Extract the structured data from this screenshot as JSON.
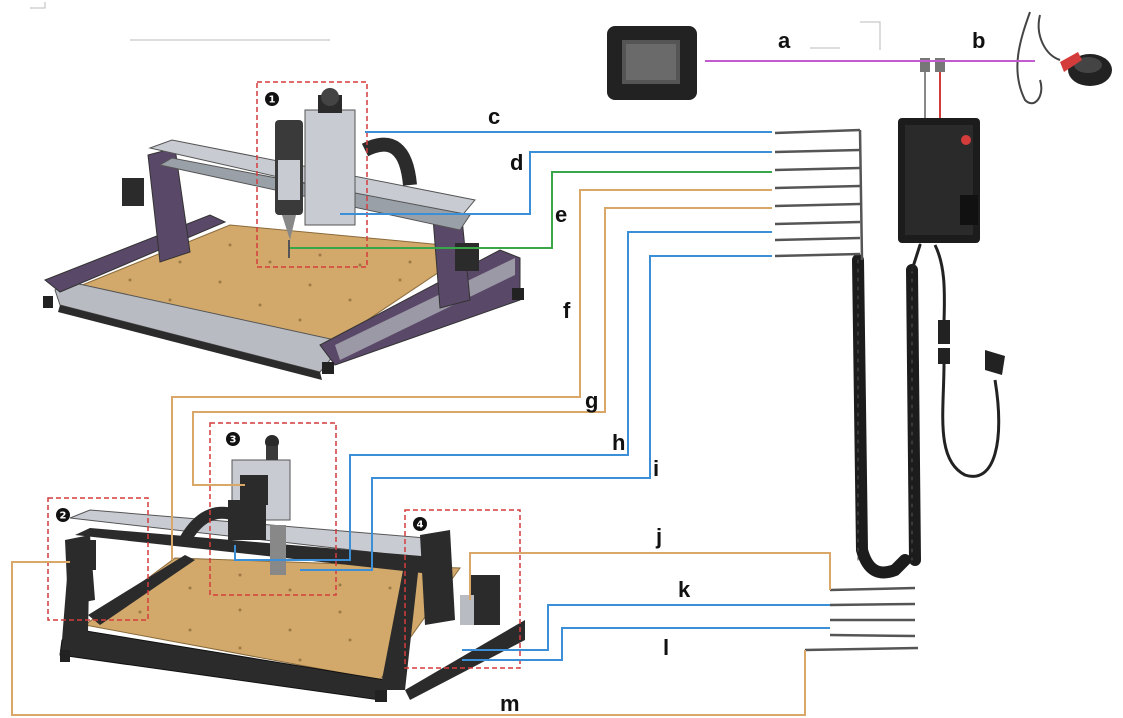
{
  "colors": {
    "blue_wire": "#3b8fd6",
    "orange_wire": "#d9a868",
    "green_wire": "#3aa64a",
    "magenta_wire": "#c25bd0",
    "highlight_box": "#d43c3c",
    "frame_purple": "#5a4868",
    "frame_dark": "#2b2b2b",
    "wasteboard": "#d2a96b",
    "aluminum": "#b8bcc2"
  },
  "wire_labels": {
    "a": "a",
    "b": "b",
    "c": "c",
    "d": "d",
    "e": "e",
    "f": "f",
    "g": "g",
    "h": "h",
    "i": "i",
    "j": "j",
    "k": "k",
    "l": "l",
    "m": "m"
  },
  "callouts": {
    "spindle_module": "1",
    "left_y_motor": "2",
    "z_axis_module": "3",
    "right_y_motor": "4"
  },
  "icons": {
    "controller": "handheld-controller-icon",
    "probe": "touch-probe-icon",
    "control_box": "control-box-icon",
    "power_plug": "power-plug-icon",
    "cable_chain": "cable-chain-icon"
  }
}
